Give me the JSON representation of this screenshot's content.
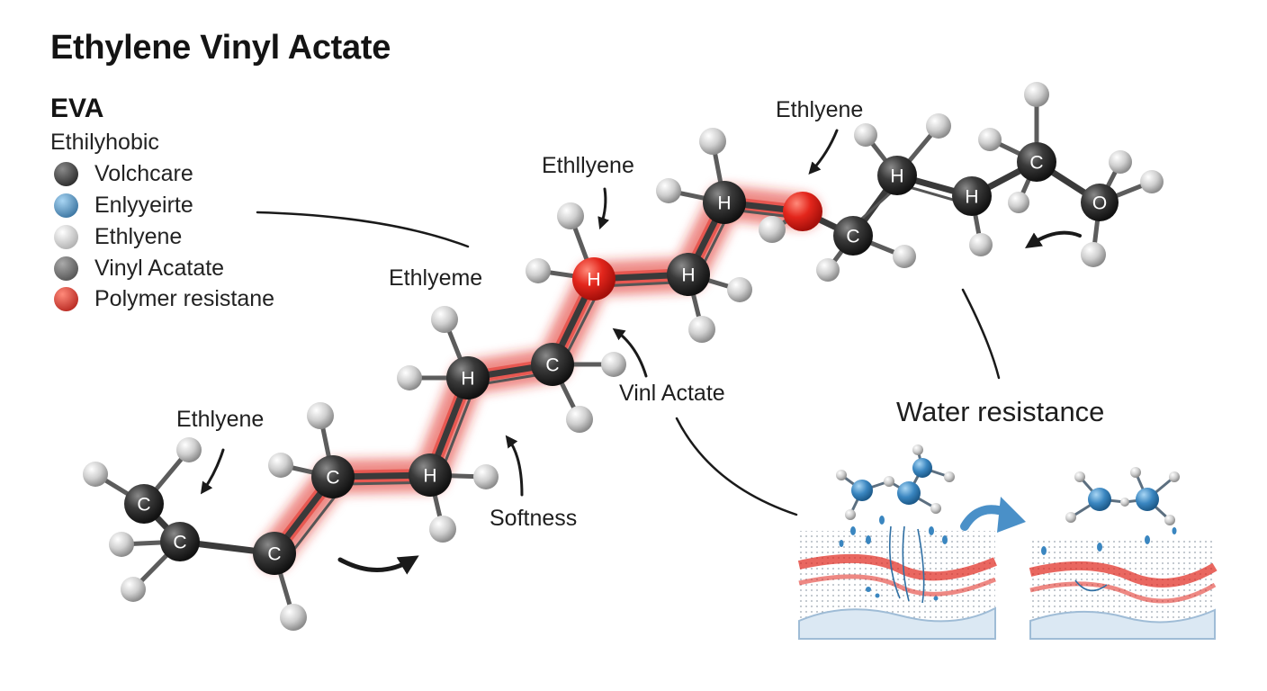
{
  "title": "Ethylene Vinyl Actate",
  "subtitle": "EVA",
  "legend": {
    "heading": "Ethilyhobic",
    "items": [
      {
        "label": "Volchcare",
        "color": "#2f2f2f"
      },
      {
        "label": "Enlyyeirte",
        "color": "#3a86c0"
      },
      {
        "label": "Ethlyene",
        "color": "#cdcdcd"
      },
      {
        "label": "Vinyl Acatate",
        "color": "#6b6b6b"
      },
      {
        "label": "Polymer resistane",
        "color": "#e0261d"
      }
    ]
  },
  "labels": {
    "ethlyene_top_right": "Ethlyene",
    "ethllyene_upper": "Ethllyene",
    "ethlyeme": "Ethlyeme",
    "ethlyene_left": "Ethlyene",
    "vinl_actate": "Vinl Actate",
    "softness": "Softness",
    "water_resistance": "Water resistance"
  },
  "atoms": {
    "carbon": "C",
    "hydrogen": "H",
    "oxygen": "O"
  },
  "colors": {
    "carbon_atom": "#2b2b2b",
    "hydrogen_atom": "#cfcfcf",
    "highlight": "#e0261d",
    "water_blue": "#3a86c0",
    "text": "#1e1e1e"
  }
}
